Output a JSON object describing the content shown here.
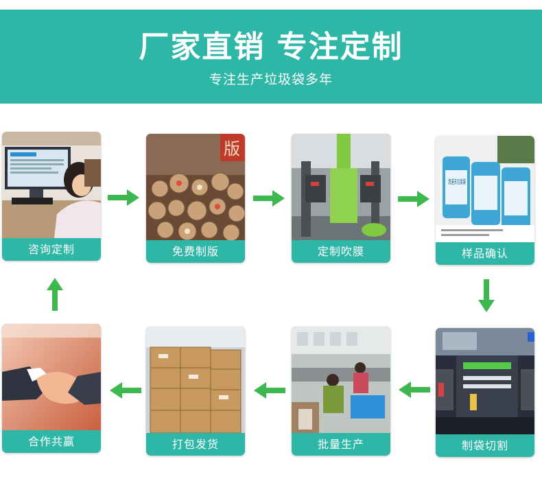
{
  "header": {
    "title": "厂家直销 专注定制",
    "subtitle": "专注生产垃圾袋多年"
  },
  "steps": [
    {
      "label": "咨询定制"
    },
    {
      "label": "免费制版"
    },
    {
      "label": "定制吹膜"
    },
    {
      "label": "样品确认"
    },
    {
      "label": "制袋切割"
    },
    {
      "label": "批量生产"
    },
    {
      "label": "打包发货"
    },
    {
      "label": "合作共赢"
    }
  ],
  "photo_text": {
    "plate_sign": "版",
    "sample_roll_text": "清道夫垃圾袋"
  },
  "colors": {
    "banner": "#2eb6a6",
    "card_label": "#2eb6a6",
    "arrow": "#3db84e"
  }
}
